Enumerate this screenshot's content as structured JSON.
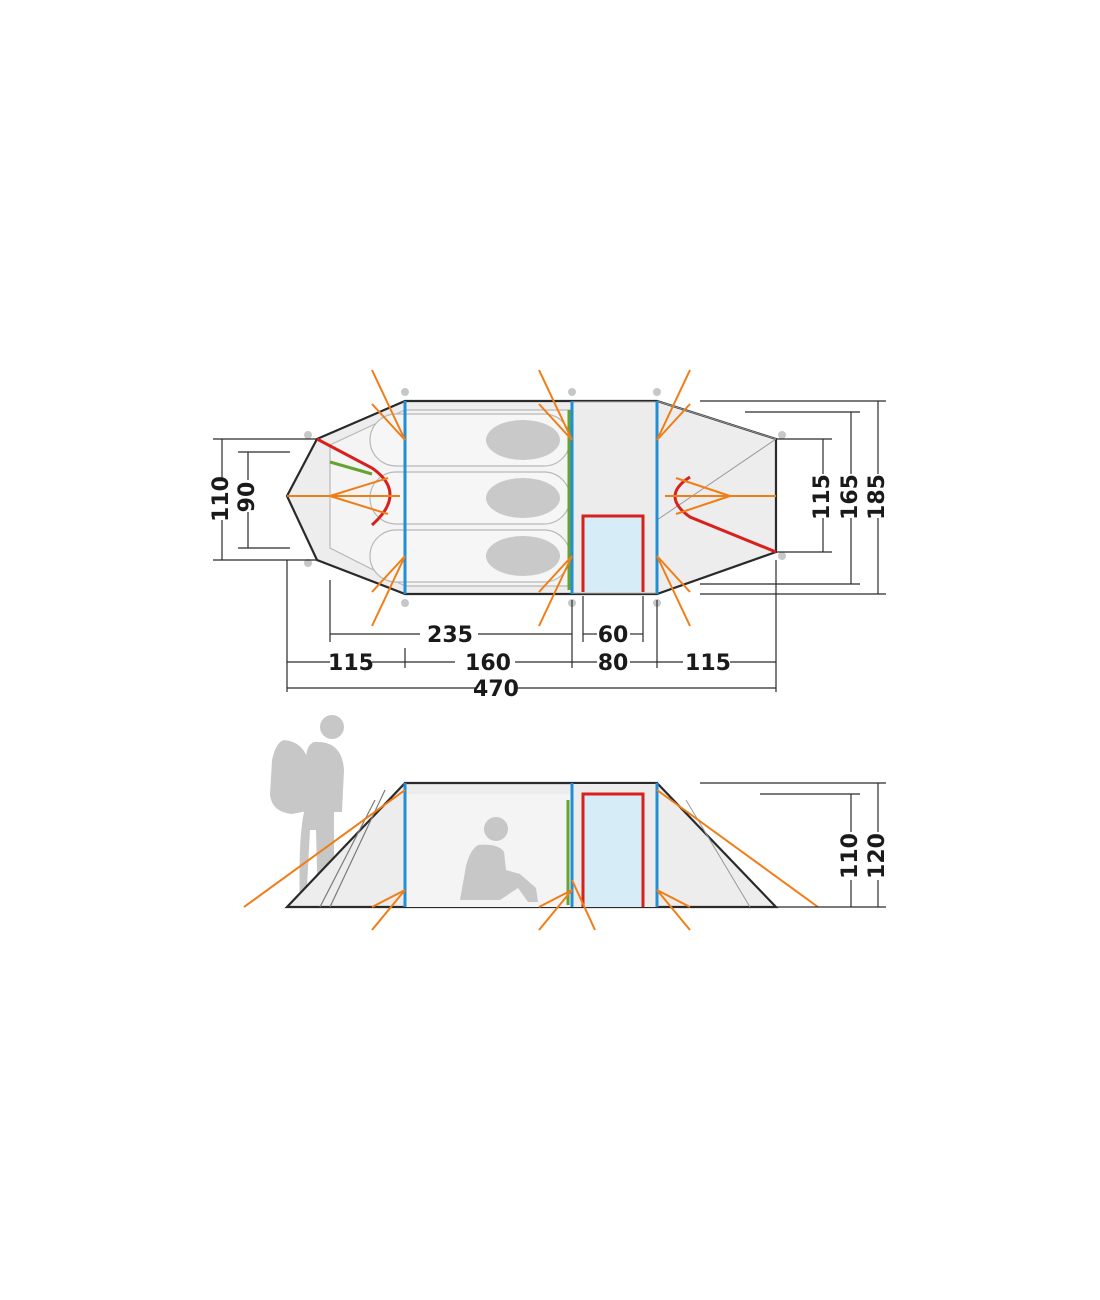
{
  "top_view": {
    "dimensions_bottom": {
      "inner_length": "235",
      "door_width": "60",
      "vestibule_left": "115",
      "inner_tent": "160",
      "middle_section": "80",
      "vestibule_right": "115",
      "total_length": "470"
    },
    "dimensions_left": {
      "outer_width": "110",
      "inner_width": "90"
    },
    "dimensions_right": {
      "end_width": "115",
      "mid_width": "165",
      "total_width": "185"
    }
  },
  "side_view": {
    "dimensions_right": {
      "inner_height": "110",
      "total_height": "120"
    }
  },
  "colors": {
    "pole_blue": "#1f8fd6",
    "pole_red": "#d8201c",
    "pole_green": "#66a332",
    "guy_line_orange": "#f07d16",
    "door_light_blue": "#d6ecf7"
  }
}
